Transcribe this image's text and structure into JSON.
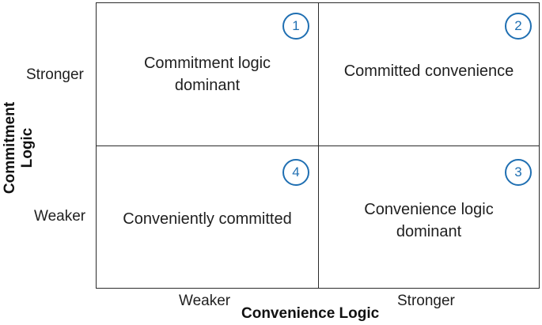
{
  "axes": {
    "y_title": "Commitment Logic",
    "x_title": "Convenience Logic",
    "y_ticks": {
      "high": "Stronger",
      "low": "Weaker"
    },
    "x_ticks": {
      "low": "Weaker",
      "high": "Stronger"
    }
  },
  "quadrants": {
    "q1": {
      "number": "1",
      "label": "Commitment logic dominant"
    },
    "q2": {
      "number": "2",
      "label": "Committed convenience"
    },
    "q3": {
      "number": "3",
      "label": "Convenience logic dominant"
    },
    "q4": {
      "number": "4",
      "label": "Conveniently committed"
    }
  },
  "colors": {
    "badge": "#1f6fb2",
    "grid": "#2b2b2b",
    "text": "#1f1f1f"
  }
}
